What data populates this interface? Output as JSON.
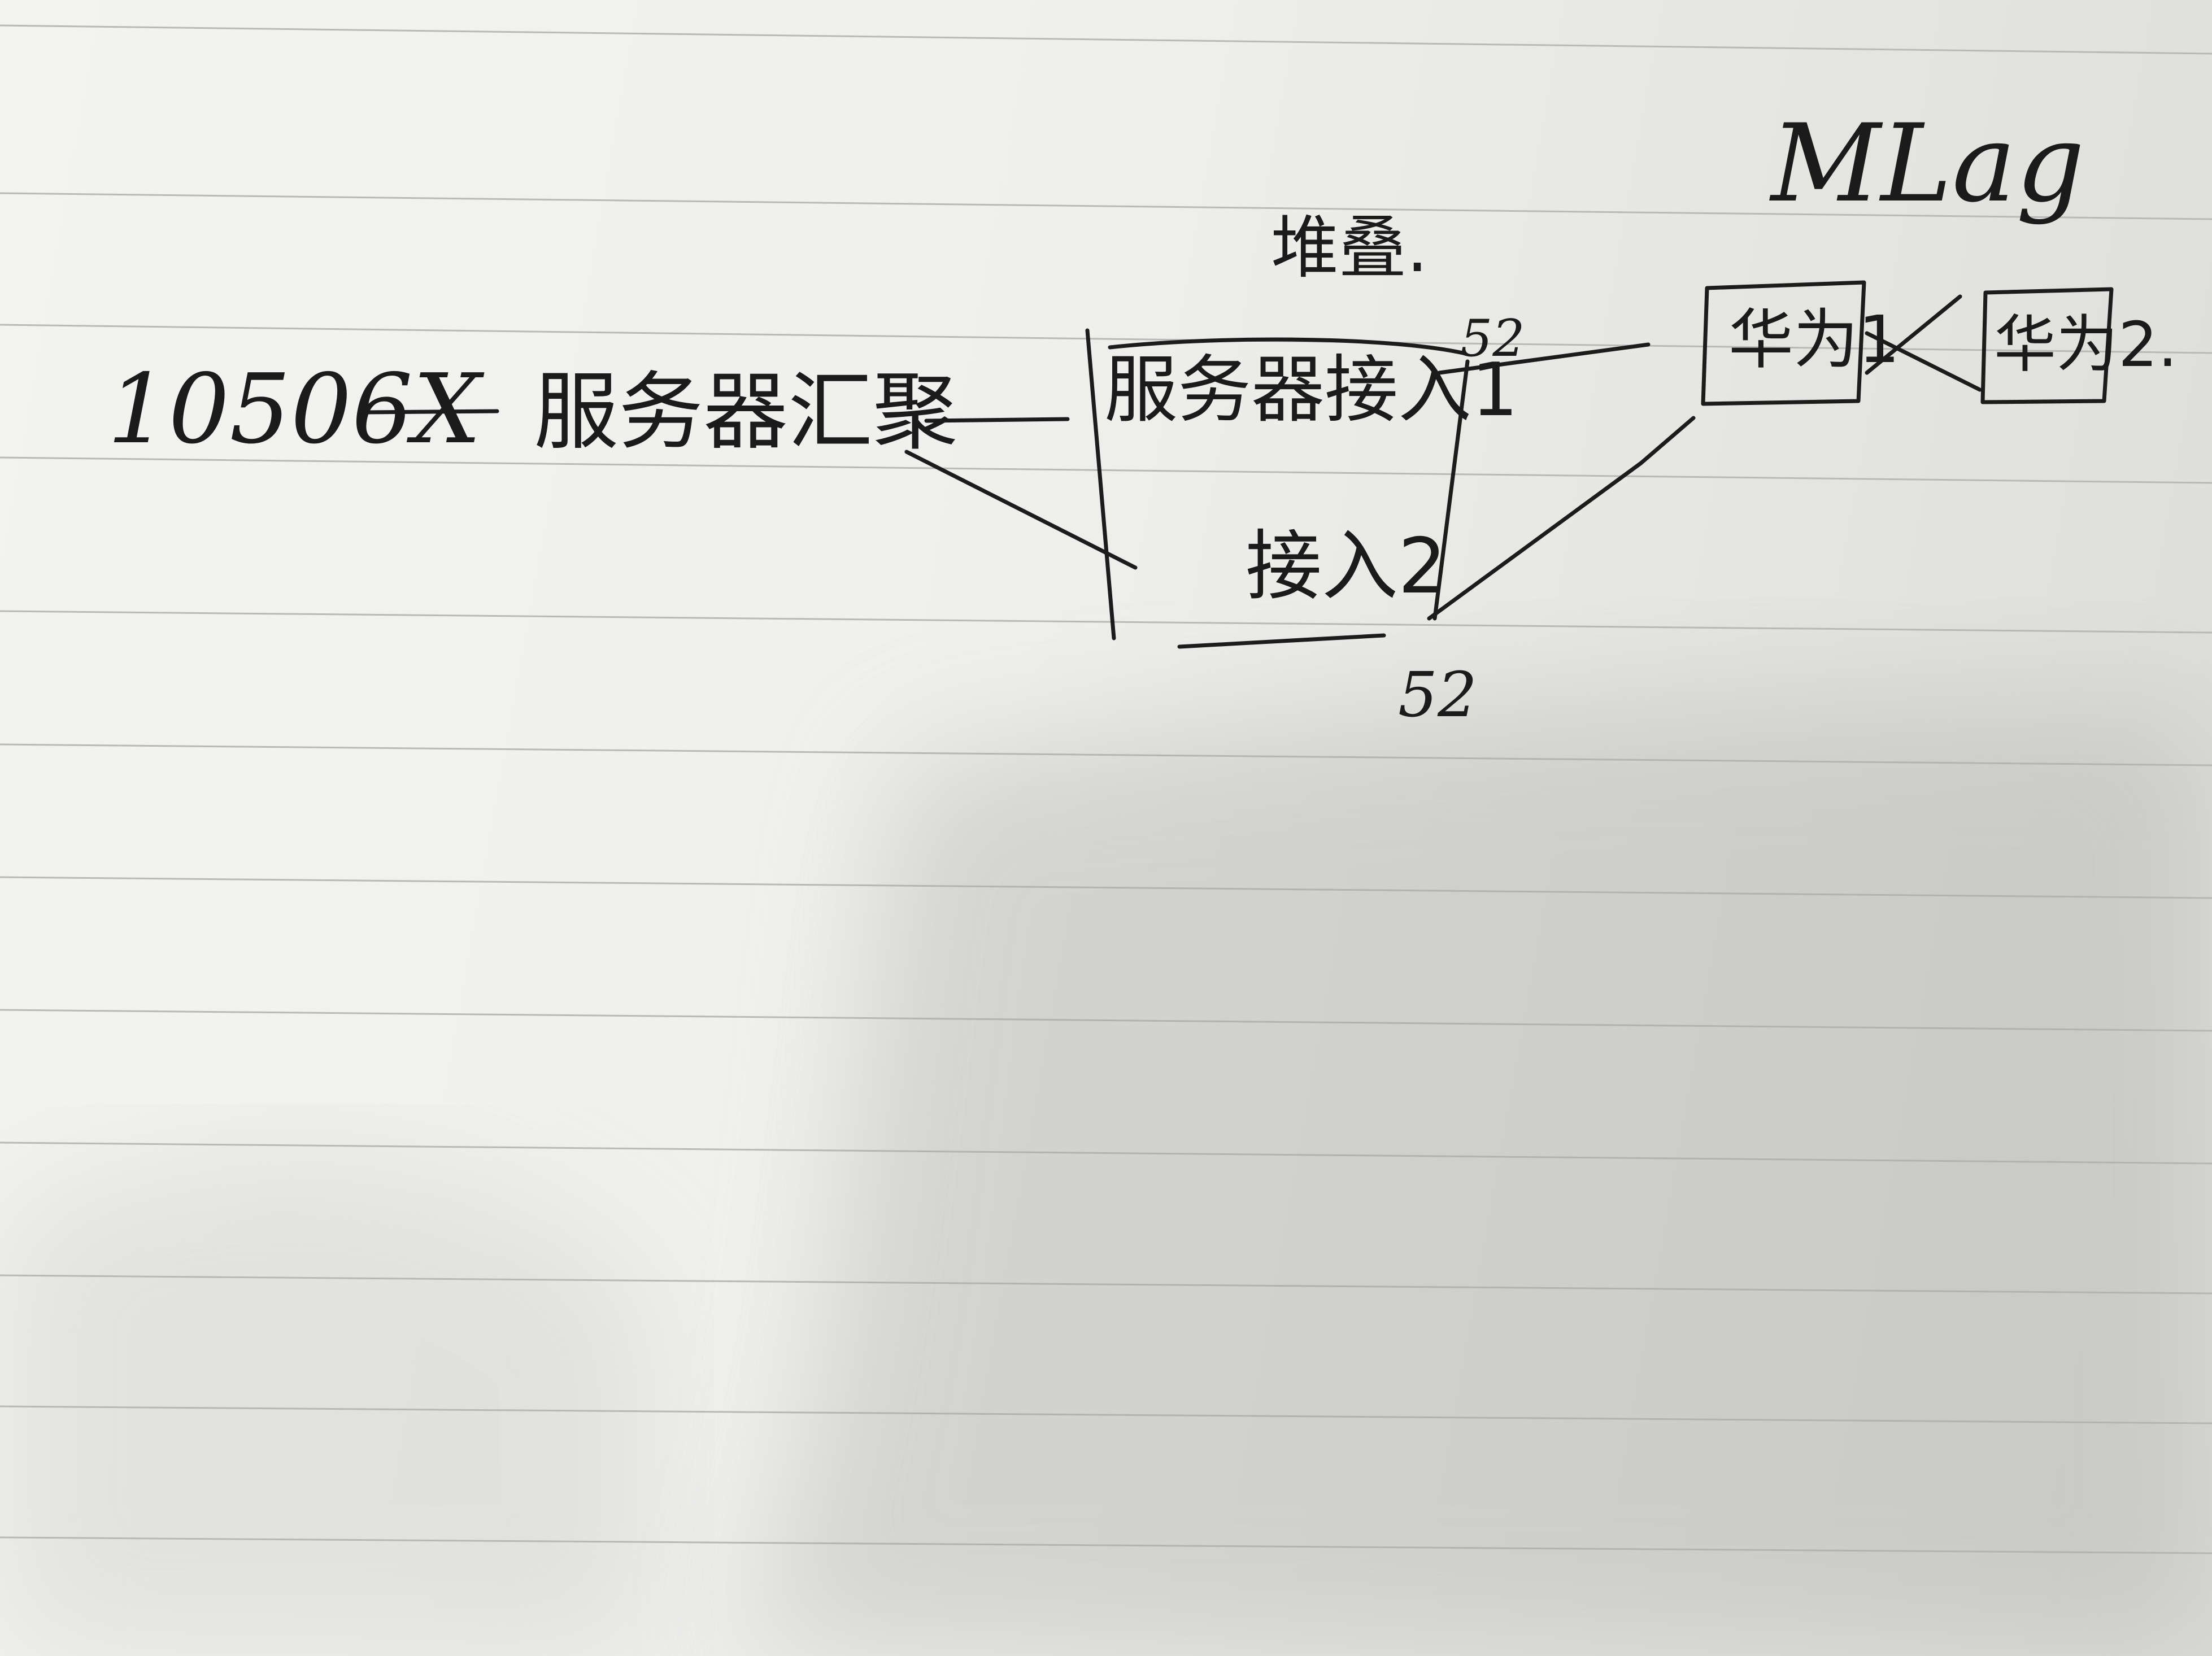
{
  "diagram": {
    "nodes": {
      "device": "10506X",
      "aggregation": "服务器汇聚",
      "access1": "服务器接入1",
      "access2": "接入2",
      "stack_note": "堆叠.",
      "mlag": "MLag",
      "hw1": "华为1",
      "hw2": "华为2."
    },
    "port_labels": {
      "top": "52",
      "bottom": "52"
    }
  }
}
